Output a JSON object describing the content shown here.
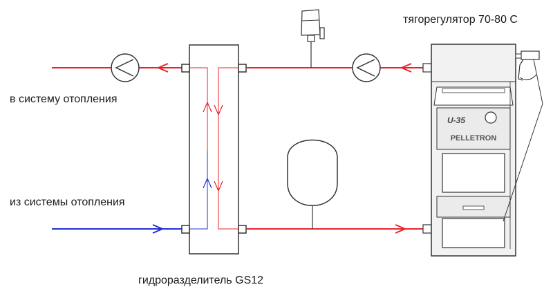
{
  "labels": {
    "to_heating": "в систему отопления",
    "from_heating": "из системы отопления",
    "separator": "гидроразделитель GS12",
    "draft_regulator": "тягорегулятор 70-80 С"
  },
  "boiler": {
    "model_mark": "U-35",
    "brand": "PELLETRON"
  },
  "colors": {
    "supply": "#e8232a",
    "return": "#1f2fd6",
    "outline": "#333333",
    "boiler_fill": "#f2f2f2"
  }
}
